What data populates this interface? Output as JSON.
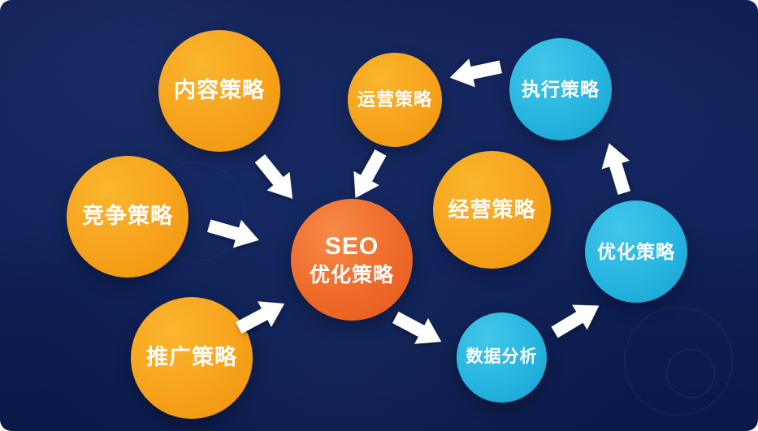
{
  "diagram": {
    "center_node": {
      "line1": "SEO",
      "line2": "优化策略"
    },
    "nodes": [
      {
        "id": "content-strategy",
        "label": "内容策略",
        "color": "orange"
      },
      {
        "id": "competition-strategy",
        "label": "竞争策略",
        "color": "orange"
      },
      {
        "id": "promotion-strategy",
        "label": "推广策略",
        "color": "orange"
      },
      {
        "id": "operation-strategy",
        "label": "运营策略",
        "color": "orange"
      },
      {
        "id": "business-strategy",
        "label": "经营策略",
        "color": "orange"
      },
      {
        "id": "execution-strategy",
        "label": "执行策略",
        "color": "cyan"
      },
      {
        "id": "optimization-strategy",
        "label": "优化策略",
        "color": "cyan"
      },
      {
        "id": "data-analysis",
        "label": "数据分析",
        "color": "cyan"
      }
    ],
    "arrows": [
      {
        "from": "content-strategy",
        "to": "seo-center"
      },
      {
        "from": "competition-strategy",
        "to": "seo-center"
      },
      {
        "from": "promotion-strategy",
        "to": "seo-center"
      },
      {
        "from": "operation-strategy",
        "to": "seo-center"
      },
      {
        "from": "execution-strategy",
        "to": "operation-strategy"
      },
      {
        "from": "seo-center",
        "to": "data-analysis"
      },
      {
        "from": "data-analysis",
        "to": "optimization-strategy"
      },
      {
        "from": "optimization-strategy",
        "to": "execution-strategy"
      }
    ],
    "colors": {
      "background": "#0d1d55",
      "node_orange": "#f6a21c",
      "node_center_orange": "#ee6a2a",
      "node_cyan": "#27b5e0",
      "arrow": "#ffffff",
      "label_text": "#ffffff"
    }
  }
}
